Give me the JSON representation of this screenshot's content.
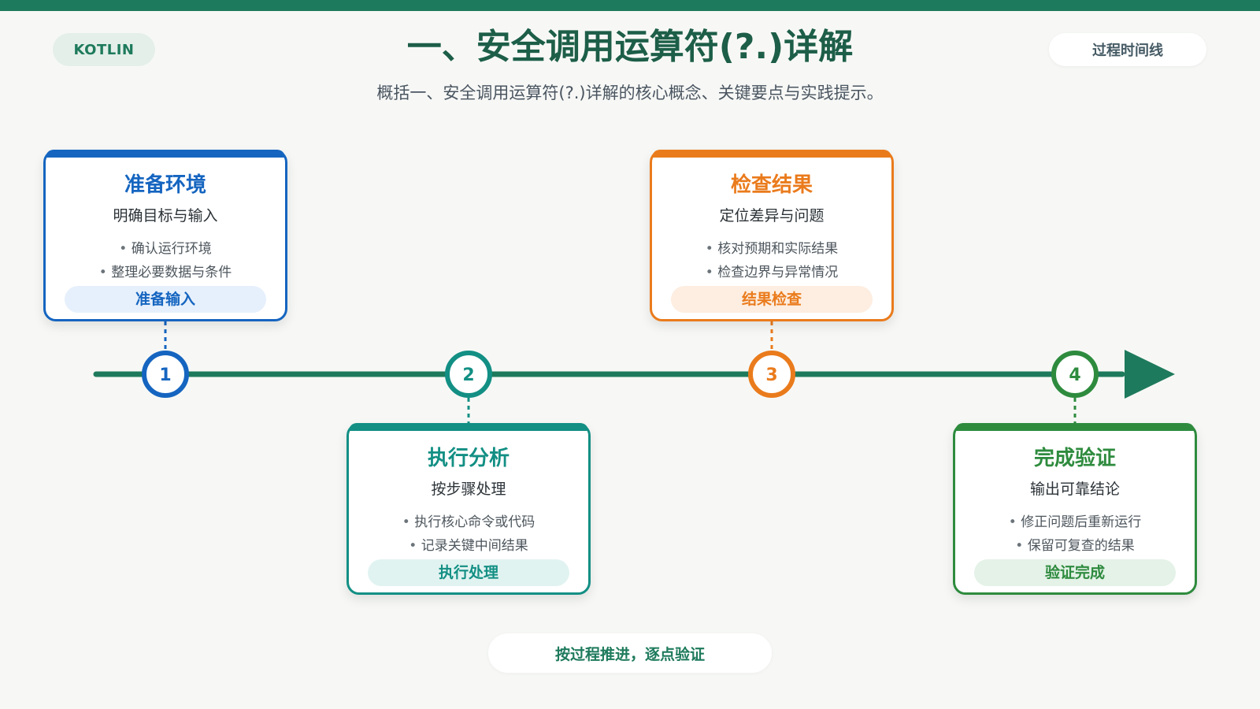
{
  "header": {
    "tag": "KOTLIN",
    "title": "一、安全调用运算符(?.)详解",
    "subtitle": "概括一、安全调用运算符(?.)详解的核心概念、关键要点与实践提示。",
    "timeline_label": "过程时间线"
  },
  "steps": [
    {
      "number": "1",
      "title": "准备环境",
      "subtitle": "明确目标与输入",
      "bullets": [
        "确认运行环境",
        "整理必要数据与条件"
      ],
      "tag": "准备输入",
      "color": "#1565c0",
      "tag_bg": "#e6f0fc",
      "position": "above"
    },
    {
      "number": "2",
      "title": "执行分析",
      "subtitle": "按步骤处理",
      "bullets": [
        "执行核心命令或代码",
        "记录关键中间结果"
      ],
      "tag": "执行处理",
      "color": "#138f84",
      "tag_bg": "#e1f3f1",
      "position": "below"
    },
    {
      "number": "3",
      "title": "检查结果",
      "subtitle": "定位差异与问题",
      "bullets": [
        "核对预期和实际结果",
        "检查边界与异常情况"
      ],
      "tag": "结果检查",
      "color": "#ea7b1c",
      "tag_bg": "#fdeee1",
      "position": "above"
    },
    {
      "number": "4",
      "title": "完成验证",
      "subtitle": "输出可靠结论",
      "bullets": [
        "修正问题后重新运行",
        "保留可复查的结果"
      ],
      "tag": "验证完成",
      "color": "#2e8b3e",
      "tag_bg": "#e4f2e7",
      "position": "below"
    }
  ],
  "axis_color": "#1e7a5c",
  "footer": "按过程推进，逐点验证"
}
